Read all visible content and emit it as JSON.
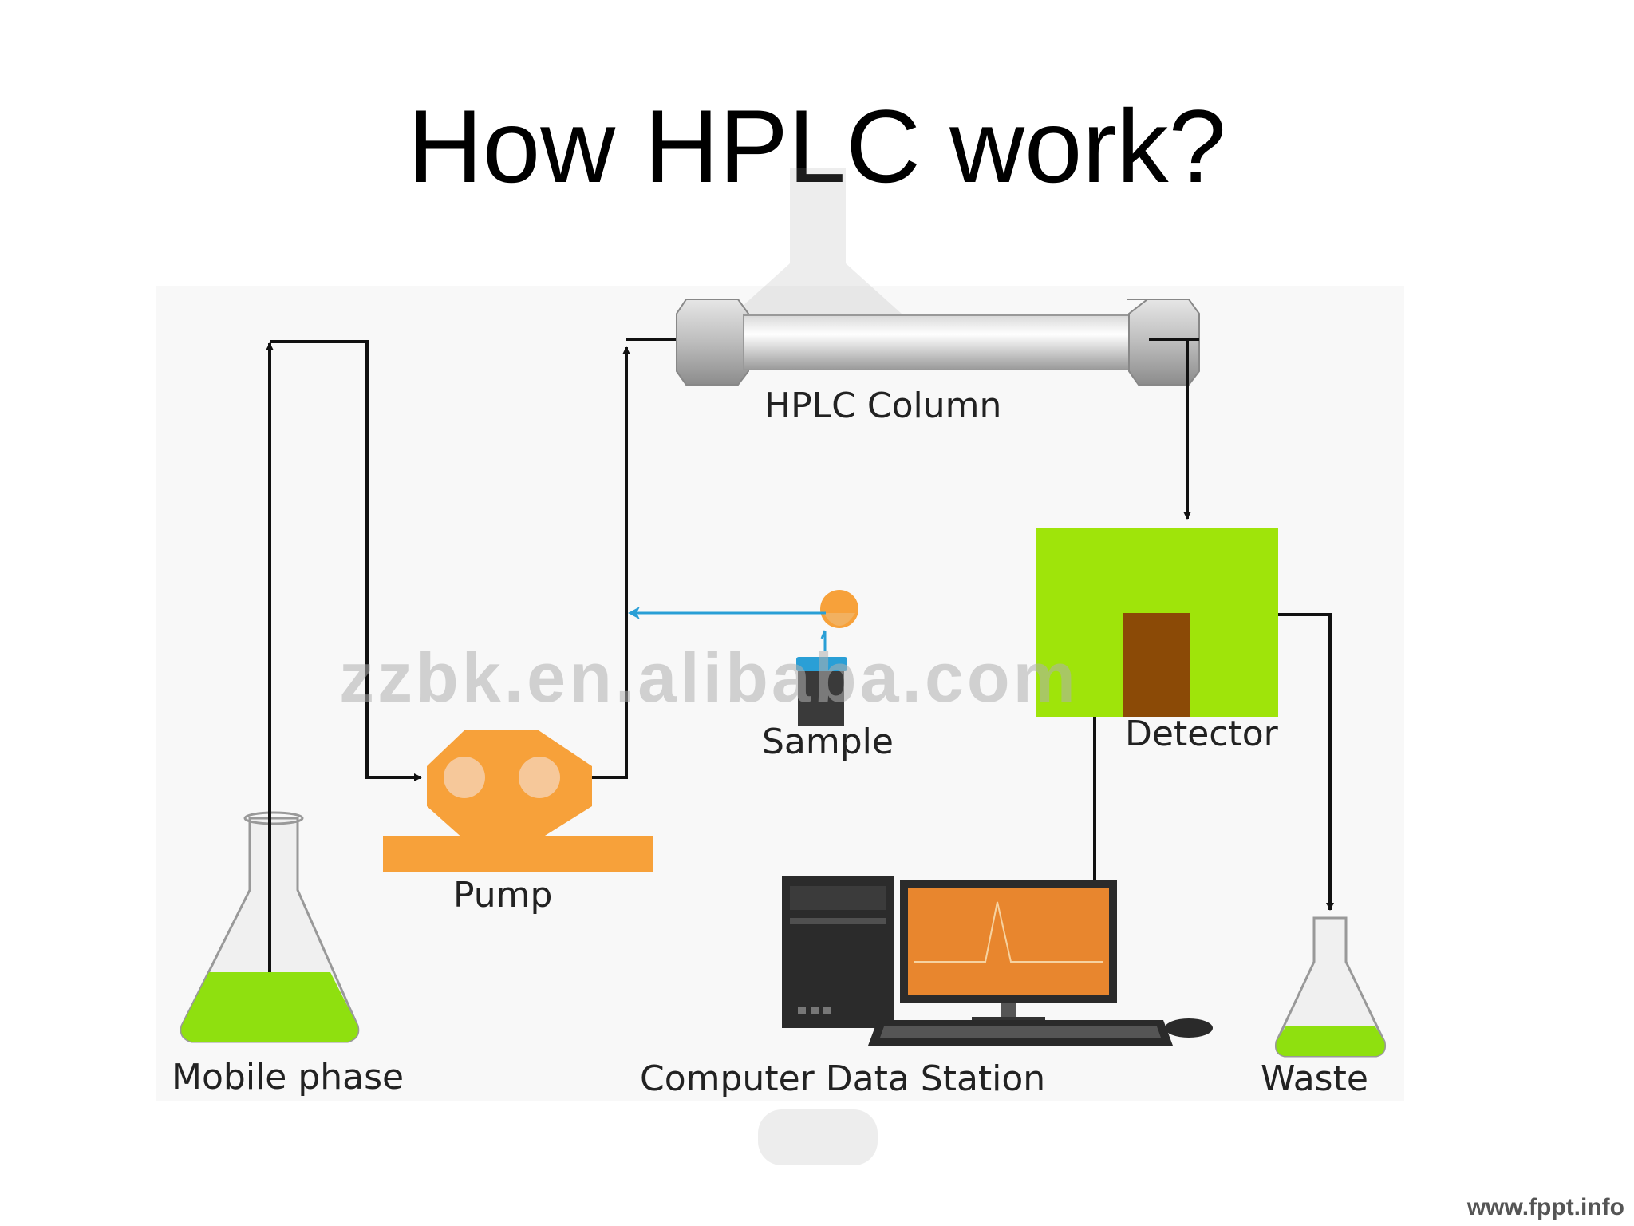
{
  "title": "How HPLC work?",
  "watermark": "zzbk.en.alibaba.com",
  "footer": "www.fppt.info",
  "labels": {
    "column": "HPLC Column",
    "detector": "Detector",
    "sample": "Sample",
    "pump": "Pump",
    "mobile_phase": "Mobile phase",
    "computer": "Computer Data Station",
    "waste": "Waste"
  },
  "colors": {
    "pump_orange": "#f7a13a",
    "detector_green": "#9fe40a",
    "liquid_green": "#8fe00f",
    "monitor_orange": "#e8862e",
    "sample_line_blue": "#2a9fd6",
    "detector_cell_brown": "#8b4a06"
  }
}
